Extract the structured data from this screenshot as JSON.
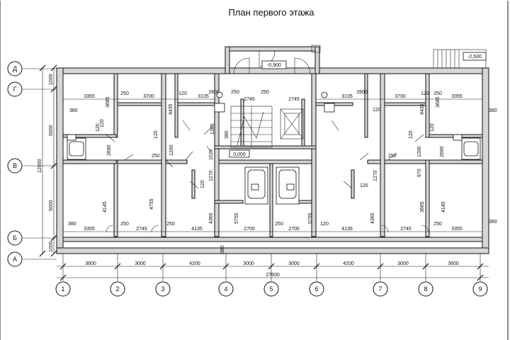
{
  "title": "План первого этажа",
  "elevation_labels": {
    "entrance": "-0,900",
    "corner_stair": "-2,500",
    "hall": "0,000"
  },
  "column_axes": [
    "1",
    "2",
    "3",
    "4",
    "5",
    "6",
    "7",
    "8",
    "9"
  ],
  "row_axes": [
    "Д",
    "Г",
    "В",
    "Б",
    "А"
  ],
  "bottom_spans": [
    "3600",
    "3000",
    "4200",
    "3000",
    "3000",
    "4200",
    "3000",
    "3600"
  ],
  "total_length": "27600",
  "left_dims": {
    "outer_a": "1000",
    "outer_b": "5000",
    "outer_c": "5000",
    "outer_d": "1000",
    "total": "12000"
  },
  "room_dims": {
    "top_row": [
      "3355",
      "250",
      "3700",
      "120",
      "3135",
      "2800",
      "250",
      "2745",
      "250",
      "2745",
      "3135",
      "2800",
      "3700",
      "120",
      "250",
      "3355"
    ],
    "bottom_row": [
      "3355",
      "250",
      "2745",
      "250",
      "4135",
      "2700",
      "250",
      "2700",
      "120",
      "4135",
      "2745",
      "250",
      "3355"
    ],
    "vertical": [
      "380",
      "3685",
      "120",
      "2690",
      "4145",
      "4755",
      "4435",
      "1385",
      "1200",
      "1070",
      "1270",
      "4365",
      "5755",
      "380",
      "120",
      "4145",
      "3665",
      "380",
      "970",
      "1200",
      "2690",
      "4435",
      "3685",
      "380",
      "1270",
      "4365",
      "5755"
    ],
    "small": [
      "120",
      "250",
      "120",
      "380",
      "120",
      "120",
      "120",
      "250",
      "120",
      "380"
    ]
  }
}
